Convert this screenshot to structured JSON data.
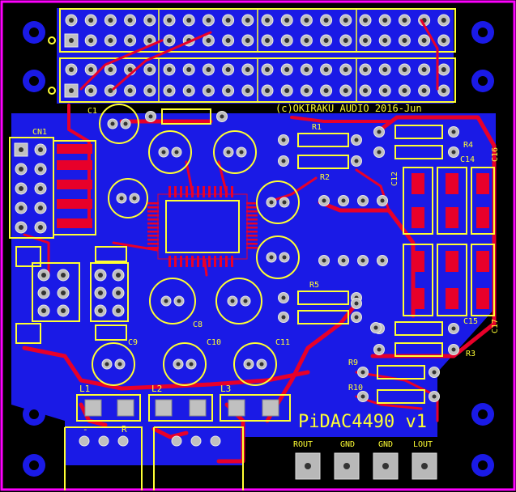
{
  "board": {
    "copyright": "(c)OKIRAKU AUDIO 2016-Jun",
    "title": "PiDAC4490 v1"
  },
  "components": {
    "connector": "CN1",
    "resistors": [
      "R1",
      "R2",
      "R3",
      "R4",
      "R5",
      "R9",
      "R10"
    ],
    "capacitors": [
      "C1",
      "C8",
      "C9",
      "C10",
      "C11",
      "C12",
      "C14",
      "C15",
      "C16",
      "C17"
    ],
    "inductors": [
      "L1",
      "L2",
      "L3"
    ]
  },
  "output_labels": [
    "ROUT",
    "GND",
    "GND",
    "LOUT"
  ],
  "jack_labels": {
    "left": "-",
    "right": "R"
  },
  "colors": {
    "background": "#000000",
    "copper": "#1414e6",
    "top_trace": "#e8002a",
    "silkscreen": "#ffff33",
    "outline": "#ff00ff"
  }
}
